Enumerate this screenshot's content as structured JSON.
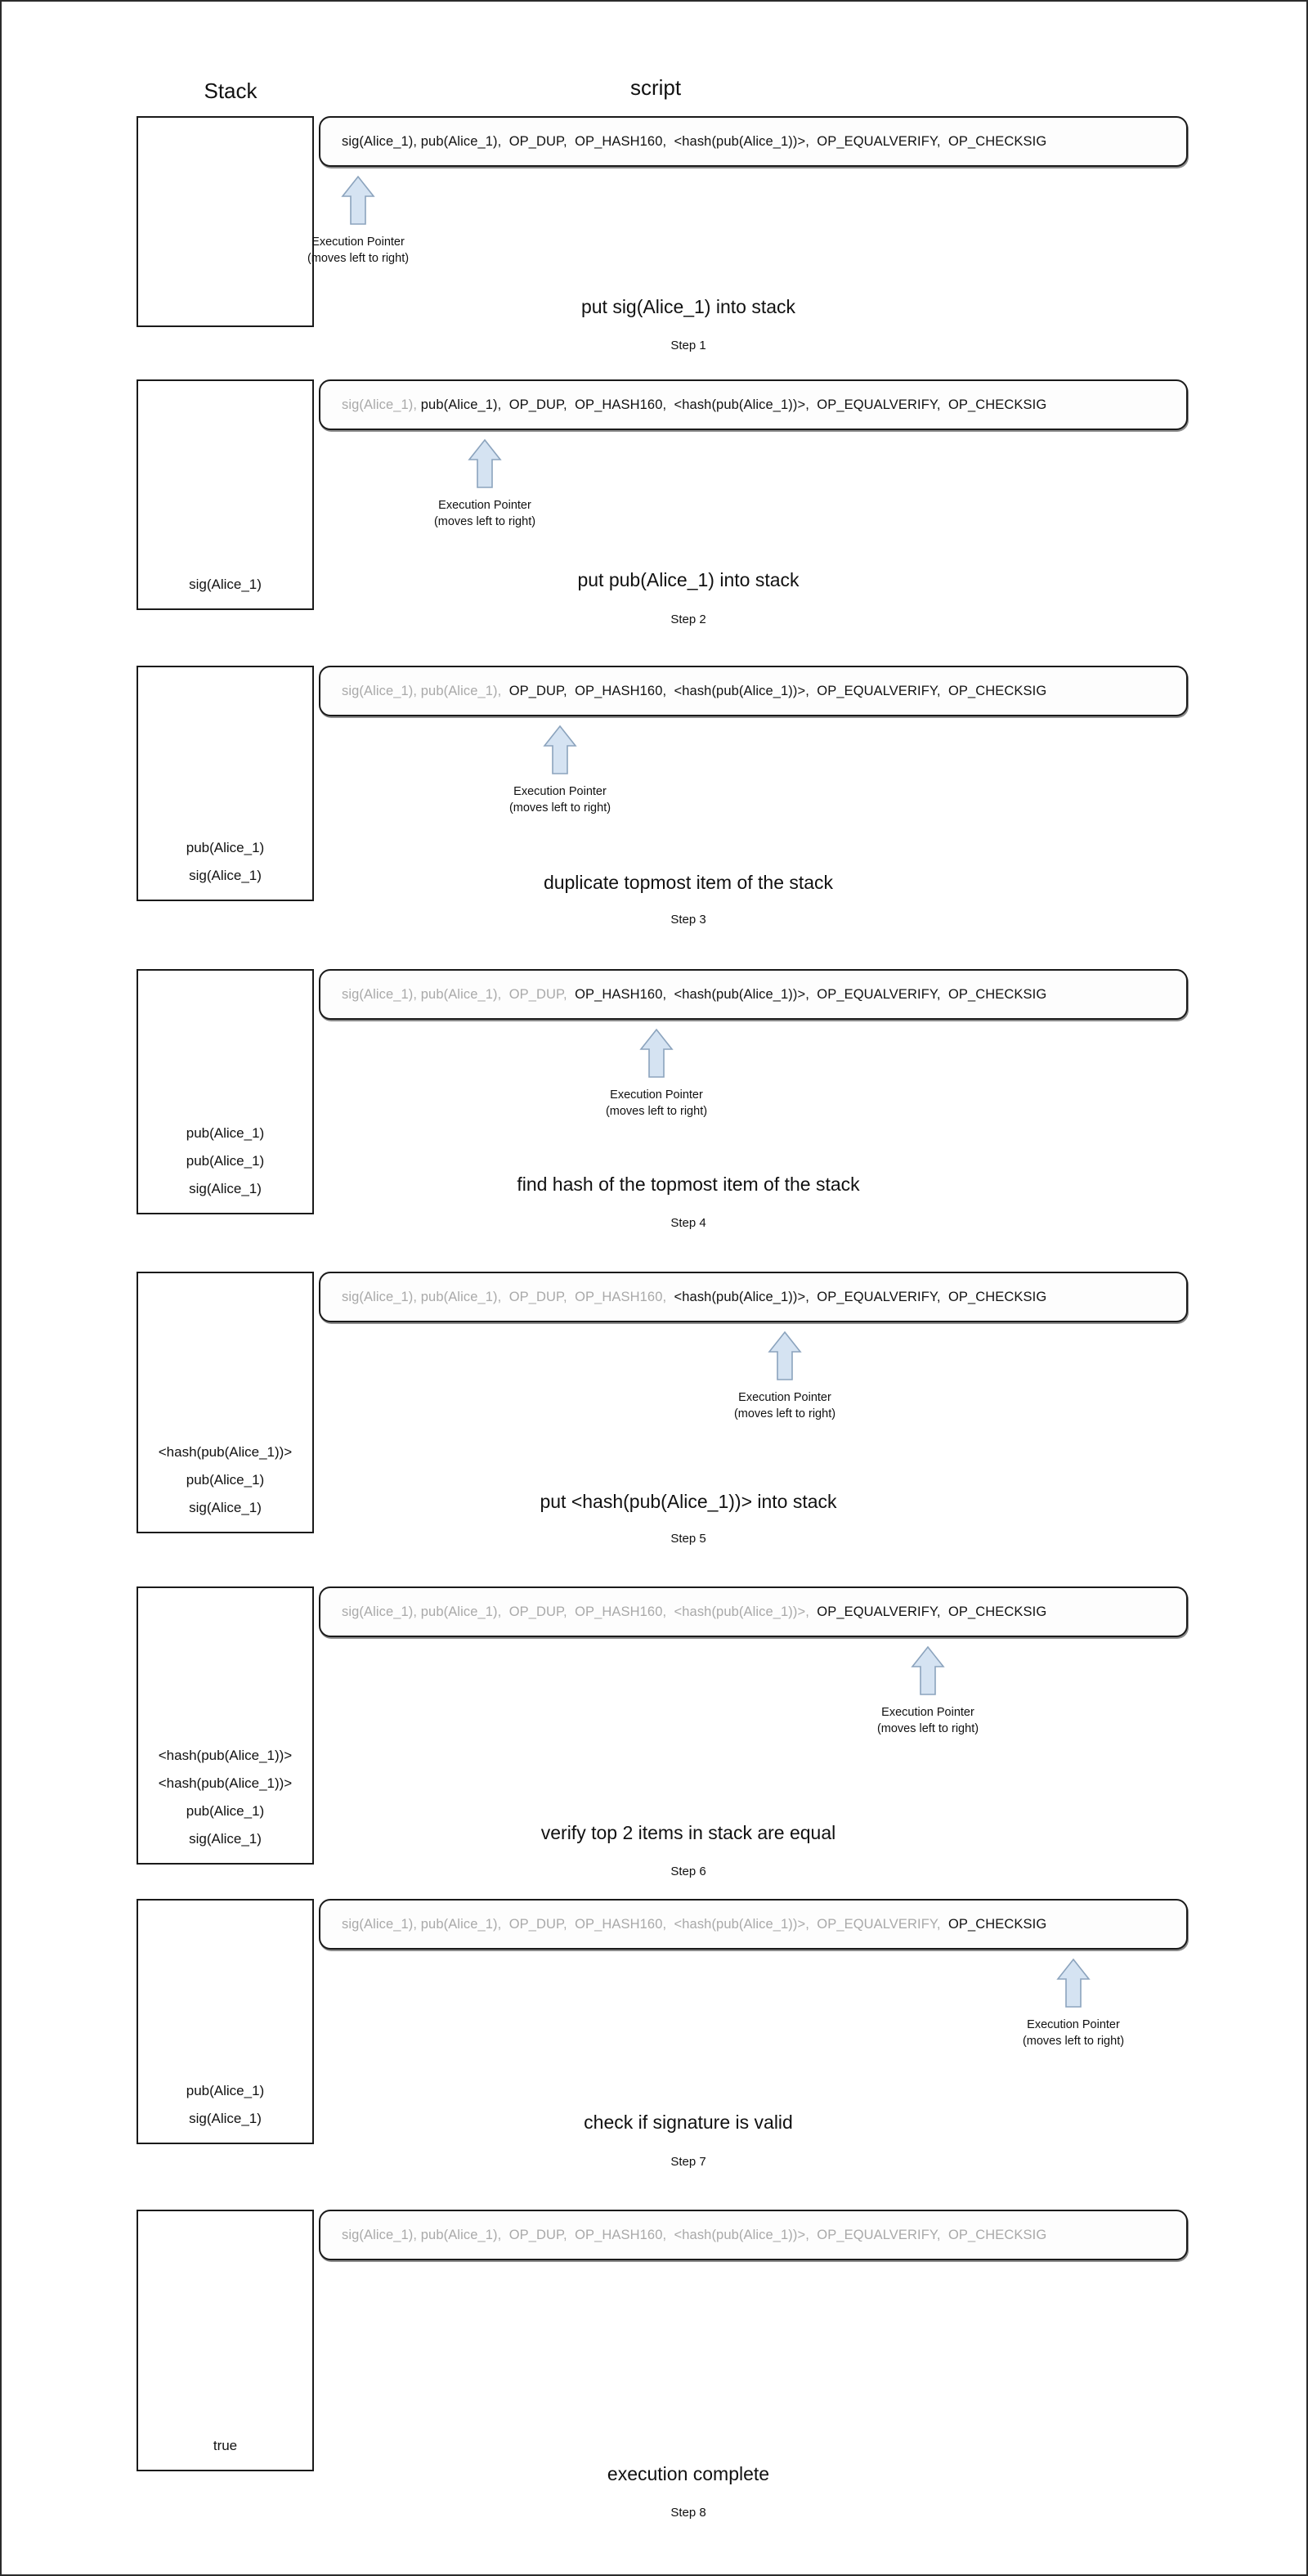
{
  "headers": {
    "stack": "Stack",
    "script": "script"
  },
  "pointer": {
    "line1": "Execution Pointer",
    "line2": "(moves left to right)",
    "icon": "up-arrow-icon",
    "fill_color": "#d5e3f2",
    "stroke_color": "#8ba3bd"
  },
  "tokens": [
    "sig(Alice_1)",
    "pub(Alice_1)",
    "OP_DUP",
    "OP_HASH160",
    "<hash(pub(Alice_1))>",
    "OP_EQUALVERIFY",
    "OP_CHECKSIG"
  ],
  "colors": {
    "active_token": "#111111",
    "consumed_token": "#a9a9a9",
    "border": "#1a1a1a",
    "page_border": "#2b2b2b",
    "background": "#ffffff"
  },
  "steps": [
    {
      "id": "step-1",
      "label": "Step 1",
      "caption": "put sig(Alice_1) into stack",
      "consumed": 0,
      "stack": [],
      "pointer_token_index": 0
    },
    {
      "id": "step-2",
      "label": "Step 2",
      "caption": "put pub(Alice_1) into stack",
      "consumed": 1,
      "stack": [
        "sig(Alice_1)"
      ],
      "pointer_token_index": 1
    },
    {
      "id": "step-3",
      "label": "Step 3",
      "caption": "duplicate topmost item of the stack",
      "consumed": 2,
      "stack": [
        "pub(Alice_1)",
        "sig(Alice_1)"
      ],
      "pointer_token_index": 2
    },
    {
      "id": "step-4",
      "label": "Step 4",
      "caption": "find hash of the topmost item of the stack",
      "consumed": 3,
      "stack": [
        "pub(Alice_1)",
        "pub(Alice_1)",
        "sig(Alice_1)"
      ],
      "pointer_token_index": 3
    },
    {
      "id": "step-5",
      "label": "Step 5",
      "caption": "put <hash(pub(Alice_1))> into stack",
      "consumed": 4,
      "stack": [
        "<hash(pub(Alice_1))>",
        "pub(Alice_1)",
        "sig(Alice_1)"
      ],
      "pointer_token_index": 4
    },
    {
      "id": "step-6",
      "label": "Step 6",
      "caption": "verify  top 2 items in stack are equal",
      "consumed": 5,
      "stack": [
        "<hash(pub(Alice_1))>",
        "<hash(pub(Alice_1))>",
        "pub(Alice_1)",
        "sig(Alice_1)"
      ],
      "pointer_token_index": 5
    },
    {
      "id": "step-7",
      "label": "Step 7",
      "caption": "check if signature is valid",
      "consumed": 6,
      "stack": [
        "pub(Alice_1)",
        "sig(Alice_1)"
      ],
      "pointer_token_index": 6
    },
    {
      "id": "step-8",
      "label": "Step 8",
      "caption": "execution complete",
      "consumed": 7,
      "stack": [
        "true"
      ],
      "pointer_token_index": -1
    }
  ],
  "layout": {
    "step_tops": [
      140,
      462,
      812,
      1183,
      1553,
      1938,
      2320,
      2700
    ],
    "stack_heights": [
      258,
      282,
      288,
      300,
      320,
      340,
      300,
      320
    ],
    "pointer_x": [
      415,
      570,
      662,
      780,
      937,
      1112,
      1290,
      0
    ],
    "caption_dy": [
      220,
      232,
      252,
      250,
      268,
      288,
      260,
      310
    ],
    "steplabel_dy": [
      272,
      285,
      302,
      302,
      318,
      340,
      313,
      362
    ]
  }
}
